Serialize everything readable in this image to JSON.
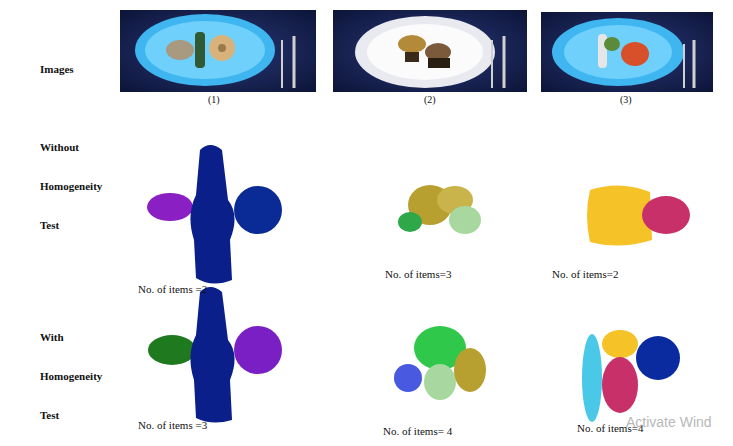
{
  "diagram": {
    "labels": [
      "Images",
      "(1)",
      "(2)",
      "(3)",
      "Without Homogeneity Test",
      "No. of items =2",
      "No. of items=3",
      "No. of items=2",
      "With Homogeneity Test",
      "No. of items =3",
      "No. of items= 4",
      "No. of items=4",
      "Activate Wind"
    ]
  }
}
